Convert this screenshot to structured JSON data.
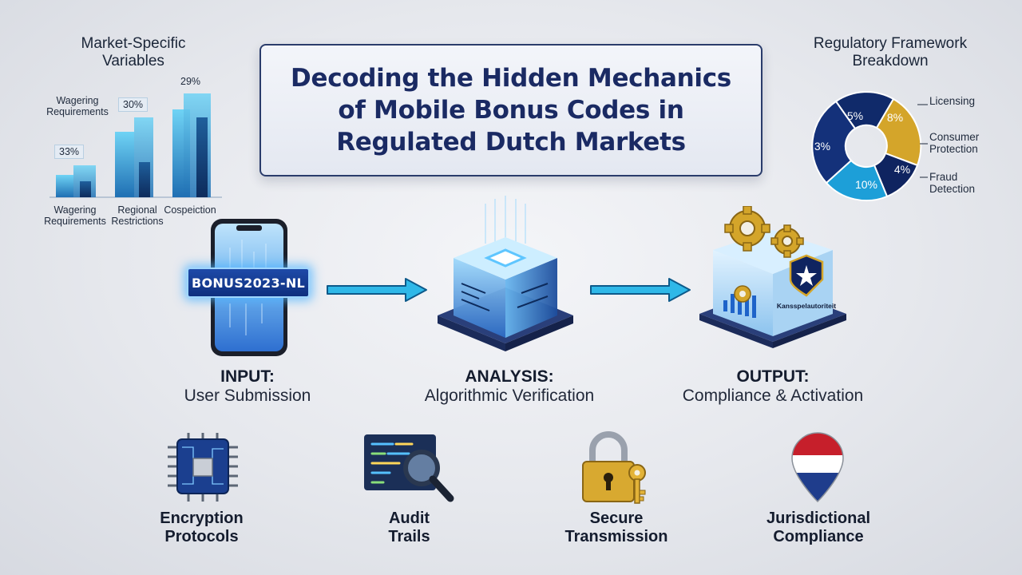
{
  "title": {
    "lines": [
      "Decoding the Hidden Mechanics",
      "of Mobile Bonus Codes in",
      "Regulated Dutch Markets"
    ]
  },
  "market_chart": {
    "title_lines": [
      "Market-Specific",
      "Variables"
    ],
    "annotation_top_left": [
      "Wagering",
      "Requirements"
    ],
    "pct_labels": [
      "33%",
      "30%",
      "29%"
    ],
    "x_labels": [
      [
        "Wagering",
        "Requirements"
      ],
      [
        "Regional",
        "Restrictions"
      ],
      [
        "Cospeiction"
      ]
    ]
  },
  "reg_chart": {
    "title_lines": [
      "Regulatory Framework",
      "Breakdown"
    ],
    "slice_labels": [
      "5%",
      "8%",
      "4%",
      "10%",
      "3%"
    ],
    "legend": [
      [
        "Licensing"
      ],
      [
        "Consumer",
        "Protection"
      ],
      [
        "Fraud",
        "Detection"
      ]
    ]
  },
  "flow": {
    "code": "BONUS2023-NL",
    "seal_text": "Kansspelautoriteit",
    "steps": [
      {
        "head": "INPUT:",
        "sub": "User Submission"
      },
      {
        "head": "ANALYSIS:",
        "sub": "Algorithmic Verification"
      },
      {
        "head": "OUTPUT:",
        "sub": "Compliance & Activation"
      }
    ]
  },
  "features": [
    {
      "icon": "microchip-icon",
      "lines": [
        "Encryption",
        "Protocols"
      ]
    },
    {
      "icon": "magnifier-icon",
      "lines": [
        "Audit",
        "Trails"
      ]
    },
    {
      "icon": "padlock-icon",
      "lines": [
        "Secure",
        "Transmission"
      ]
    },
    {
      "icon": "dutch-flag-pin-icon",
      "lines": [
        "Jurisdictional",
        "Compliance"
      ]
    }
  ],
  "colors": {
    "navy": "#1a2a63",
    "gold": "#d4a52a",
    "cyan": "#1d9fd8",
    "dark_navy": "#0f2460"
  }
}
